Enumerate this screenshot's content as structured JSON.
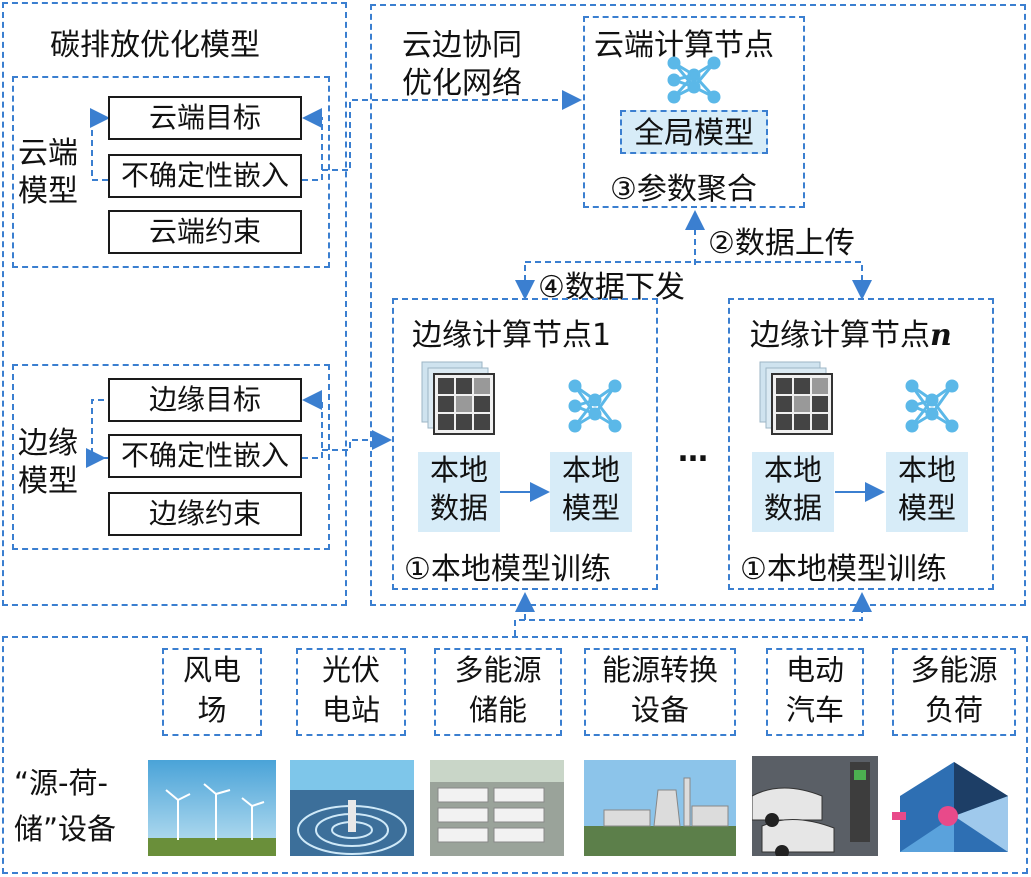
{
  "left_panel": {
    "title": "碳排放优化模型",
    "cloud_model": {
      "label_line1": "云端",
      "label_line2": "模型",
      "items": [
        "云端目标",
        "不确定性嵌入",
        "云端约束"
      ]
    },
    "edge_model": {
      "label_line1": "边缘",
      "label_line2": "模型",
      "items": [
        "边缘目标",
        "不确定性嵌入",
        "边缘约束"
      ]
    }
  },
  "network": {
    "label_line1": "云边协同",
    "label_line2": "优化网络"
  },
  "cloud_node": {
    "title": "云端计算节点",
    "global_model": "全局模型",
    "step": "③参数聚合"
  },
  "arrows": {
    "upload": "②数据上传",
    "download": "④数据下发"
  },
  "edge_nodes": [
    {
      "title": "边缘计算节点1",
      "local_data": [
        "本地",
        "数据"
      ],
      "local_model": [
        "本地",
        "模型"
      ],
      "step": "①本地模型训练"
    },
    {
      "title_prefix": "边缘计算节点",
      "title_suffix": "n",
      "local_data": [
        "本地",
        "数据"
      ],
      "local_model": [
        "本地",
        "模型"
      ],
      "step": "①本地模型训练"
    }
  ],
  "ellipsis": "…",
  "devices": {
    "label_line1": "“源-荷-",
    "label_line2": "储”设备",
    "items": [
      {
        "line1": "风电",
        "line2": "场"
      },
      {
        "line1": "光伏",
        "line2": "电站"
      },
      {
        "line1": "多能源",
        "line2": "储能"
      },
      {
        "line1": "能源转换",
        "line2": "设备"
      },
      {
        "line1": "电动",
        "line2": "汽车"
      },
      {
        "line1": "多能源",
        "line2": "负荷"
      }
    ]
  },
  "colors": {
    "dashed_border": "#3b7fd0",
    "highlight_fill": "#d7ecf8",
    "icon_blue": "#5bb8e8"
  }
}
